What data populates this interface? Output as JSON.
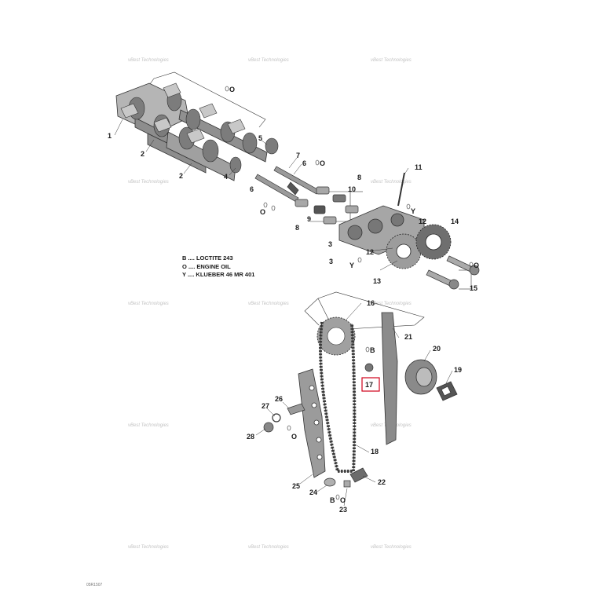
{
  "legend": [
    {
      "code": "B",
      "text": "LOCTITE 243"
    },
    {
      "code": "O",
      "text": "ENGINE OIL"
    },
    {
      "code": "Y",
      "text": "KLUEBER 46 MR 401"
    }
  ],
  "legend_separator": "....",
  "callouts": {
    "c1": "1",
    "c2a": "2",
    "c2b": "2",
    "c3a": "3",
    "c3b": "3",
    "c4": "4",
    "c5": "5",
    "c6a": "6",
    "c6b": "6",
    "c7": "7",
    "c8a": "8",
    "c8b": "8",
    "c9": "9",
    "c10": "10",
    "c11": "11",
    "c12a": "12",
    "c12b": "12",
    "c13": "13",
    "c14": "14",
    "c15": "15",
    "c16": "16",
    "c17": "17",
    "c18": "18",
    "c19": "19",
    "c20": "20",
    "c21": "21",
    "c22": "22",
    "c23": "23",
    "c24": "24",
    "c25": "25",
    "c26": "26",
    "c27": "27",
    "c28": "28"
  },
  "symbols": {
    "o1": "O",
    "o2": "O",
    "o3": "O",
    "o4": "O",
    "o5": "O",
    "o6": "O",
    "b1": "B",
    "b2": "B",
    "y1": "Y",
    "y2": "Y"
  },
  "highlighted_part": "17",
  "highlight_color": "#d0021b",
  "watermark": "vBest Technologies",
  "diagram_code": "05R1507"
}
